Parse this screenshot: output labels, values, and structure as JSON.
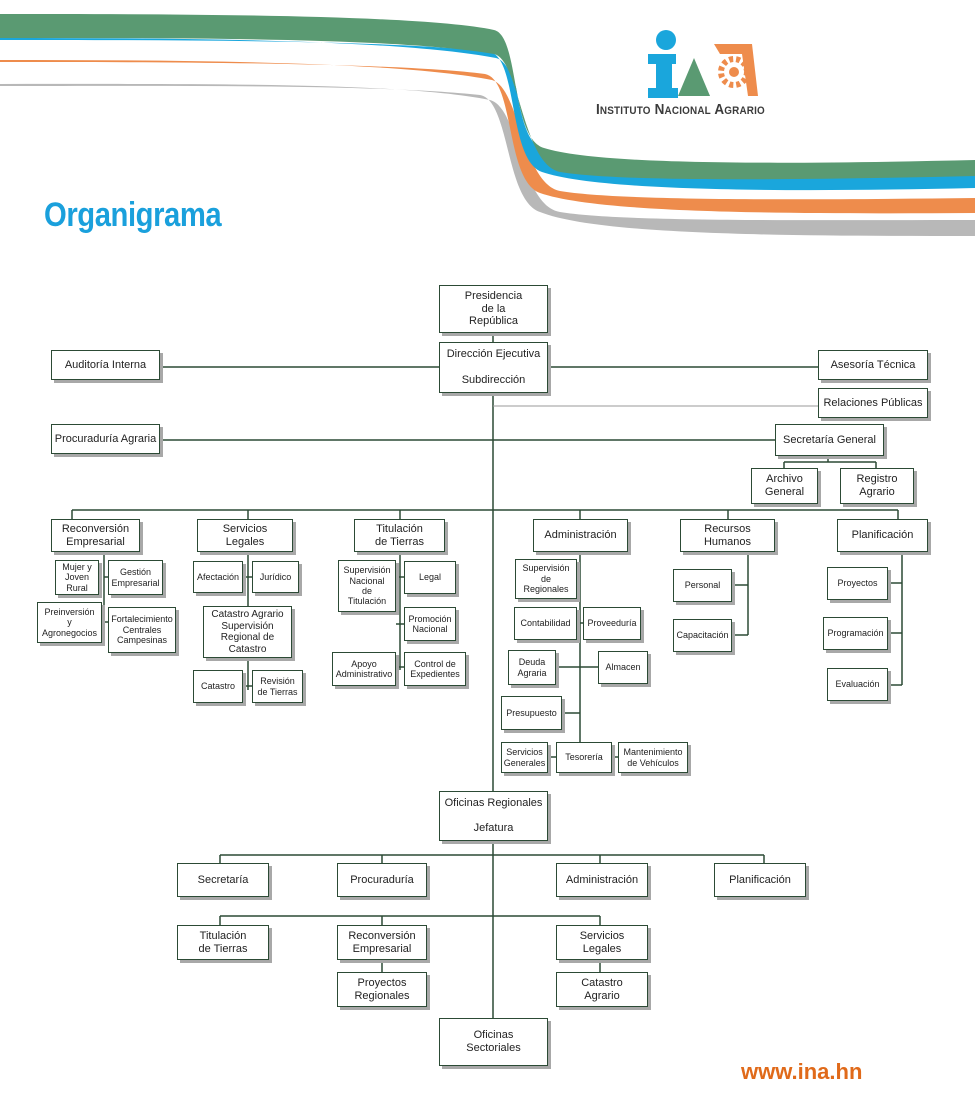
{
  "header": {
    "title": "Organigrama",
    "logo_text": "Instituto Nacional Agrario",
    "wave_colors": [
      "#5a9a72",
      "#1aa6dc",
      "#ee8c4c",
      "#b8b8b8"
    ]
  },
  "footer": {
    "website": "www.ina.hn"
  },
  "colors": {
    "title": "#1aa0dc",
    "website": "#e06a1a",
    "box_border": "#2c4a35",
    "connector": "#2c4a35"
  },
  "chart": {
    "top": {
      "presidencia": "Presidencia\nde la\nRepública",
      "direccion_ejecutiva": "Dirección Ejecutiva",
      "subdireccion": "Subdirección",
      "auditoria": "Auditoría Interna",
      "asesoria": "Asesoría Técnica",
      "relaciones": "Relaciones Públicas",
      "procuraduria": "Procuraduría Agraria",
      "secretaria_general": "Secretaría General",
      "archivo": "Archivo\nGeneral",
      "registro": "Registro\nAgrario"
    },
    "departments": {
      "reconversion": {
        "label": "Reconversión\nEmpresarial",
        "mujer": "Mujer y\nJoven\nRural",
        "gestion": "Gestión\nEmpresarial",
        "preinversion": "Preinversión\ny\nAgronegocios",
        "fortalecimiento": "Fortalecimiento\nCentrales\nCampesinas"
      },
      "servicios_legales": {
        "label": "Servicios\nLegales",
        "afectacion": "Afectación",
        "juridico": "Jurídico",
        "catastro_agrario": "Catastro Agrario\nSupervisión\nRegional de\nCatastro",
        "catastro": "Catastro",
        "revision": "Revisión\nde Tierras"
      },
      "titulacion": {
        "label": "Titulación\nde Tierras",
        "supervision": "Supervisión\nNacional\nde\nTitulación",
        "legal": "Legal",
        "promocion": "Promoción\nNacional",
        "apoyo": "Apoyo\nAdministrativo",
        "control": "Control de\nExpedientes"
      },
      "administracion": {
        "label": "Administración",
        "supervision_regionales": "Supervisión\nde\nRegionales",
        "contabilidad": "Contabilidad",
        "proveeduria": "Proveeduría",
        "deuda": "Deuda\nAgraria",
        "almacen": "Almacen",
        "presupuesto": "Presupuesto",
        "servicios_generales": "Servicios\nGenerales",
        "tesoreria": "Tesorería",
        "mantenimiento": "Mantenimiento\nde Vehículos"
      },
      "recursos_humanos": {
        "label": "Recursos\nHumanos",
        "personal": "Personal",
        "capacitacion": "Capacitación"
      },
      "planificacion": {
        "label": "Planificación",
        "proyectos": "Proyectos",
        "programacion": "Programación",
        "evaluacion": "Evaluación"
      }
    },
    "regional": {
      "oficinas_regionales": "Oficinas Regionales",
      "jefatura": "Jefatura",
      "secretaria": "Secretaría",
      "procuraduria": "Procuraduría",
      "administracion": "Administración",
      "planificacion": "Planificación",
      "titulacion": "Titulación\nde Tierras",
      "reconversion": "Reconversión\nEmpresarial",
      "servicios_legales": "Servicios\nLegales",
      "proyectos_regionales": "Proyectos\nRegionales",
      "catastro_agrario": "Catastro\nAgrario",
      "oficinas_sectoriales": "Oficinas\nSectoriales"
    }
  }
}
